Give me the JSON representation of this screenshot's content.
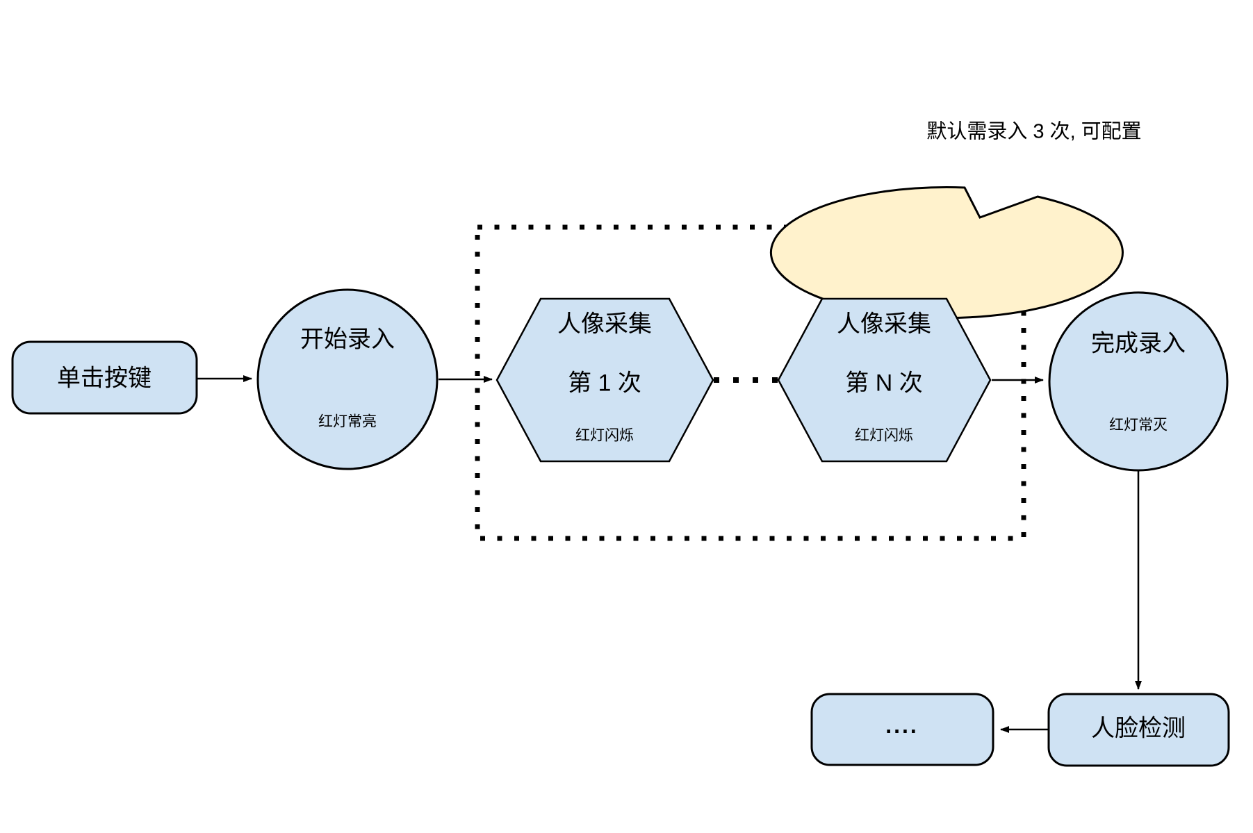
{
  "colors": {
    "node_fill": "#cfe2f3",
    "callout_fill": "#fff2cc",
    "line": "#000000"
  },
  "nodes": {
    "click_button": {
      "label": "单击按键"
    },
    "start_entry": {
      "title": "开始录入",
      "subtitle": "红灯常亮"
    },
    "capture_first": {
      "title": "人像采集",
      "line2": "第 1 次",
      "subtitle": "红灯闪烁"
    },
    "capture_nth": {
      "title": "人像采集",
      "line2": "第 N 次",
      "subtitle": "红灯闪烁"
    },
    "finish_entry": {
      "title": "完成录入",
      "subtitle": "红灯常灭"
    },
    "face_detection": {
      "label": "人脸检测"
    },
    "more": {
      "label": "...."
    }
  },
  "callout": {
    "text": "默认需录入 3 次, 可配置"
  }
}
